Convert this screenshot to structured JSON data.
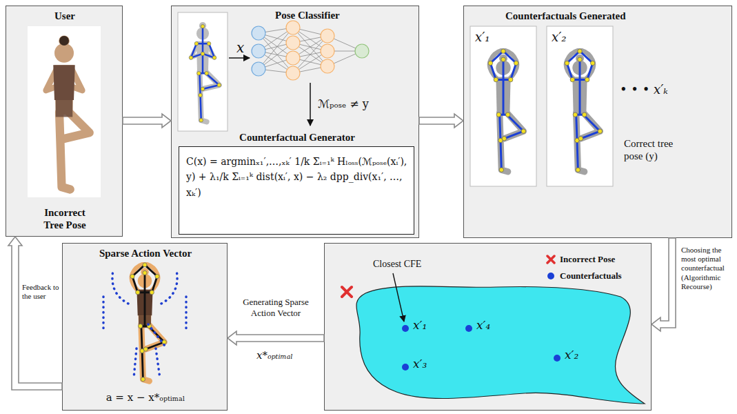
{
  "diagram": {
    "nodes": [
      {
        "text": [
          "User",
          "Incorrect Tree Pose"
        ]
      },
      {
        "text": [
          "Pose Classifier",
          "x",
          "ℳₚₒₛₑ ≠ y"
        ]
      },
      {
        "text": [
          "Counterfactual Generator",
          "C(x) = argminₓ₁′,…,ₓₖ′ 1/k Σᵢ₌₁ᵏ Hₗₒₛₛ(ℳₚₒₛₑ(xᵢ′), y) + λ₁/k Σᵢ₌₁ᵏ dist(xᵢ′, x) − λ₂ dpp_div(x₁′, …, xₖ′)"
        ],
        "in": 1
      },
      {
        "text": [
          "Counterfactuals Generated",
          "x′₁",
          "x′₂",
          "• • • x′ₖ",
          "Correct tree pose (y)"
        ]
      },
      {
        "text": [
          "Closest CFE",
          "x′₁",
          "x′₄",
          "x′₃",
          "x′₂"
        ]
      },
      {
        "text": [
          "Sparse Action Vector",
          "a = x − x*ₒₚₜᵢₘₐₗ"
        ]
      }
    ],
    "edges": [
      {
        "from": 0,
        "to": 1,
        "arrow": "to"
      },
      {
        "from": 1,
        "to": 3,
        "arrow": "to"
      },
      {
        "from": 3,
        "to": 4,
        "label": "Choosing the most optimal counterfactual (Algorithmic Recourse)",
        "arrow": "to"
      },
      {
        "from": 4,
        "to": 5,
        "label": "Generating Sparse Action Vector",
        "arrow": "to"
      },
      {
        "from": 5,
        "to": 0,
        "label": "Feedback to the user",
        "arrow": "to"
      }
    ],
    "labels": [
      "x*ₒₚₜᵢₘₐₗ"
    ],
    "legend": [
      {
        "text": "Incorrect Pose"
      },
      {
        "text": "Counterfactuals"
      }
    ]
  }
}
